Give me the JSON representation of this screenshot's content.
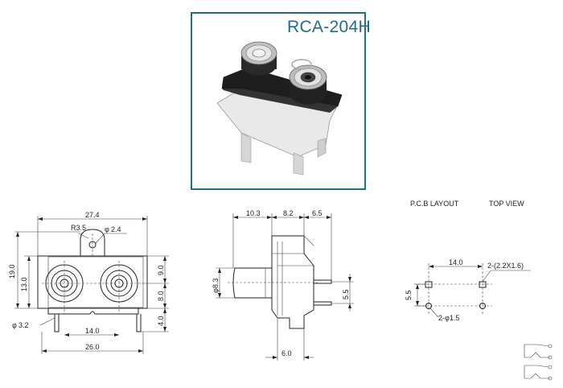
{
  "model": "RCA-204H",
  "pcb_layout": {
    "title": "P.C.B LAYOUT",
    "view": "TOP VIEW"
  },
  "front_view": {
    "width_top": "27.4",
    "radius": "R3.5",
    "small_hole": "2.4",
    "height_total": "19.0",
    "height_body": "13.0",
    "right_upper": "9.0",
    "right_lower": "8.0",
    "foot_height": "4.0",
    "pin_dia": "3.2",
    "jack_spacing": "14.0",
    "base_width": "26.0"
  },
  "side_view": {
    "seg_a": "10.3",
    "seg_b": "8.2",
    "seg_c": "6.5",
    "diameter": "8.3",
    "pin_gap": "5.5",
    "bottom": "6.0"
  },
  "pcb": {
    "spacing": "14.0",
    "slot_note": "2-(2.2X1.6)",
    "vertical": "5.5",
    "hole_note": "2-",
    "hole_dia": "1.5"
  },
  "phi": "φ"
}
